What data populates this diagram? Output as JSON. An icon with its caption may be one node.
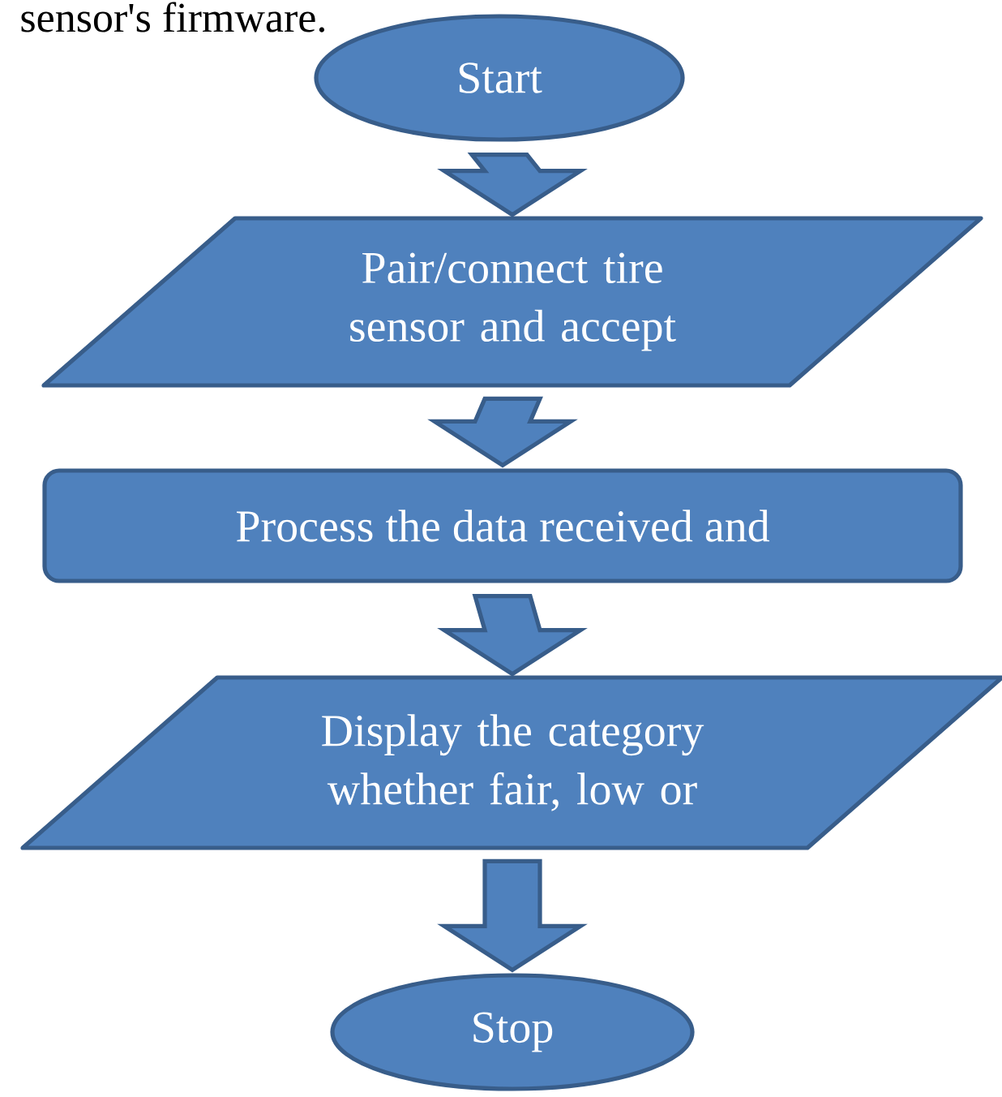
{
  "diagram": {
    "nodes": [
      {
        "text": [
          "Start"
        ]
      },
      {
        "text": [
          "Pair/connect tire sensor and accept"
        ]
      },
      {
        "text": [
          "Process the data received and"
        ]
      },
      {
        "text": [
          "Display the category whether fair, low or"
        ]
      },
      {
        "text": [
          "Stop"
        ]
      }
    ],
    "edges": [
      {
        "from": 0,
        "to": 1,
        "arrow": "to"
      },
      {
        "from": 1,
        "to": 2,
        "arrow": "to"
      },
      {
        "from": 2,
        "to": 3,
        "arrow": "to"
      },
      {
        "from": 3,
        "to": 4,
        "arrow": "to"
      }
    ],
    "labels": [
      "sensor's firmware."
    ]
  }
}
